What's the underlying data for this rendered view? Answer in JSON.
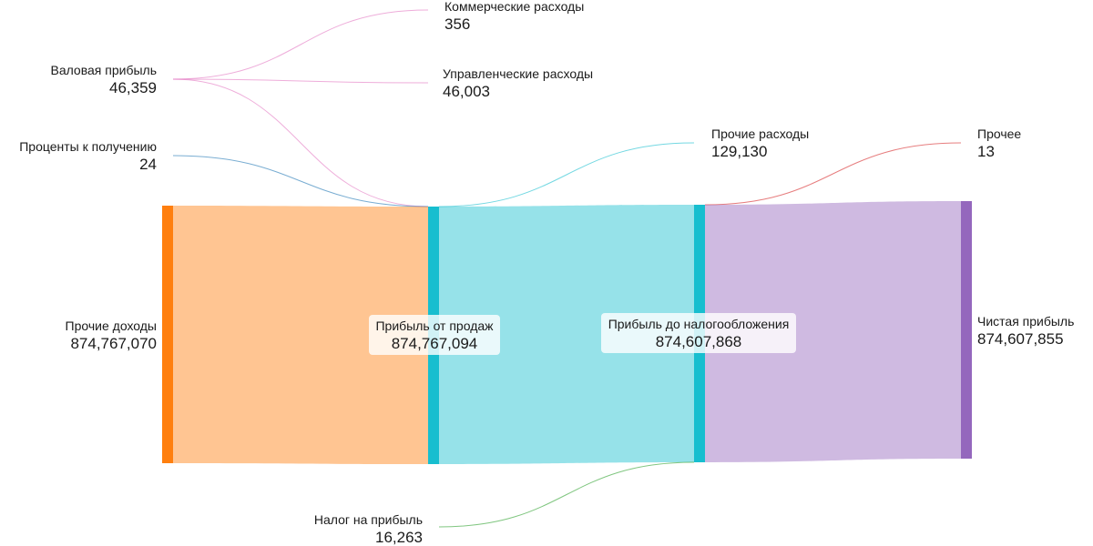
{
  "chart_data": {
    "type": "sankey",
    "nodes": [
      {
        "id": "gross",
        "label": "Валовая прибыль",
        "value": "46,359",
        "color": "#ffffff"
      },
      {
        "id": "intrec",
        "label": "Проценты к получению",
        "value": "24",
        "color": "#ffffff"
      },
      {
        "id": "othinc",
        "label": "Прочие доходы",
        "value": "874,767,070",
        "color": "#ff7f0e"
      },
      {
        "id": "comm",
        "label": "Коммерческие расходы",
        "value": "356",
        "color": "#ffffff"
      },
      {
        "id": "admin",
        "label": "Управленческие расходы",
        "value": "46,003",
        "color": "#ffffff"
      },
      {
        "id": "salesp",
        "label": "Прибыль от продаж",
        "value": "874,767,094",
        "color": "#17becf"
      },
      {
        "id": "tax",
        "label": "Налог на прибыль",
        "value": "16,263",
        "color": "#ffffff"
      },
      {
        "id": "othexp",
        "label": "Прочие расходы",
        "value": "129,130",
        "color": "#ffffff"
      },
      {
        "id": "pbt",
        "label": "Прибыль до налогообложения",
        "value": "874,607,868",
        "color": "#17becf"
      },
      {
        "id": "other",
        "label": "Прочее",
        "value": "13",
        "color": "#ffffff"
      },
      {
        "id": "net",
        "label": "Чистая прибыль",
        "value": "874,607,855",
        "color": "#9467bd"
      }
    ],
    "links": [
      {
        "source": "gross",
        "target": "comm",
        "value": 356,
        "color": "#e377c2"
      },
      {
        "source": "gross",
        "target": "admin",
        "value": 46003,
        "color": "#e377c2"
      },
      {
        "source": "gross",
        "target": "salesp",
        "value": 0,
        "color": "#e377c2"
      },
      {
        "source": "intrec",
        "target": "salesp",
        "value": 24,
        "color": "#1f77b4"
      },
      {
        "source": "othinc",
        "target": "salesp",
        "value": 874767070,
        "color": "#ff7f0e"
      },
      {
        "source": "salesp",
        "target": "othexp",
        "value": 129130,
        "color": "#17becf"
      },
      {
        "source": "salesp",
        "target": "pbt",
        "value": 874607868,
        "color": "#17becf"
      },
      {
        "source": "tax",
        "target": "pbt",
        "value": 16263,
        "color": "#2ca02c"
      },
      {
        "source": "pbt",
        "target": "other",
        "value": 13,
        "color": "#d62728"
      },
      {
        "source": "pbt",
        "target": "net",
        "value": 874607855,
        "color": "#9467bd"
      }
    ]
  }
}
